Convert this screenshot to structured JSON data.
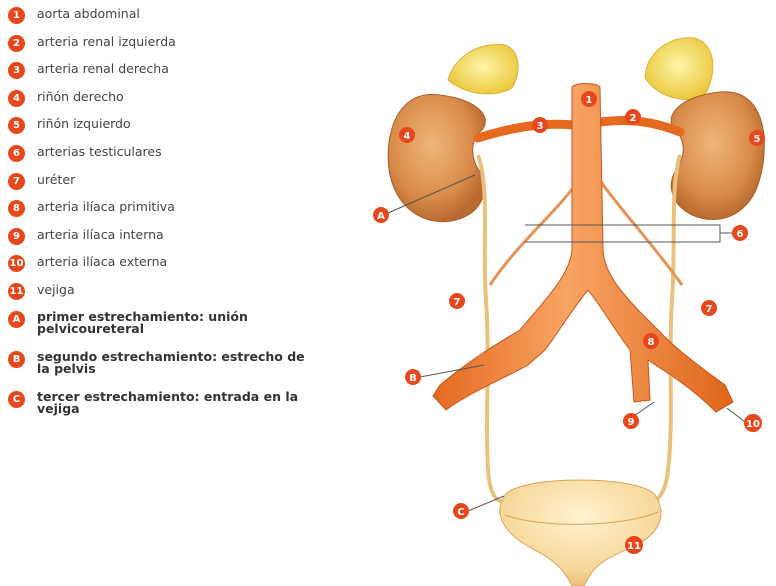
{
  "legend": [
    {
      "key": "1",
      "text": "aorta abdominal",
      "bold": false
    },
    {
      "key": "2",
      "text": "arteria renal izquierda",
      "bold": false
    },
    {
      "key": "3",
      "text": "arteria renal derecha",
      "bold": false
    },
    {
      "key": "4",
      "text": "riñón derecho",
      "bold": false
    },
    {
      "key": "5",
      "text": "riñón izquierdo",
      "bold": false
    },
    {
      "key": "6",
      "text": "arterias testiculares",
      "bold": false
    },
    {
      "key": "7",
      "text": "uréter",
      "bold": false
    },
    {
      "key": "8",
      "text": "arteria ilíaca primitiva",
      "bold": false
    },
    {
      "key": "9",
      "text": "arteria ilíaca interna",
      "bold": false
    },
    {
      "key": "10",
      "text": "arteria ilíaca externa",
      "bold": false
    },
    {
      "key": "11",
      "text": "vejiga",
      "bold": false
    },
    {
      "key": "A",
      "text": "primer estrechamiento: unión pelvicoureteral",
      "bold": true
    },
    {
      "key": "B",
      "text": "segundo estrechamiento: estrecho de la pelvis",
      "bold": true
    },
    {
      "key": "C",
      "text": "tercer estrechamiento: entrada en la vejiga",
      "bold": true
    }
  ],
  "labels": {
    "n1": "1",
    "n2": "2",
    "n3": "3",
    "n4": "4",
    "n5": "5",
    "n6": "6",
    "n7a": "7",
    "n7b": "7",
    "n8": "8",
    "n9": "9",
    "n10": "10",
    "n11": "11",
    "a": "A",
    "b": "B",
    "c": "C"
  },
  "colors": {
    "badge": "#e8461b",
    "artery": "#e77a2c",
    "artery_light": "#f39a55",
    "kidney": "#d88c4a",
    "adrenal": "#f2d64a",
    "ureter": "#efc887",
    "bladder": "#f6d79b"
  }
}
